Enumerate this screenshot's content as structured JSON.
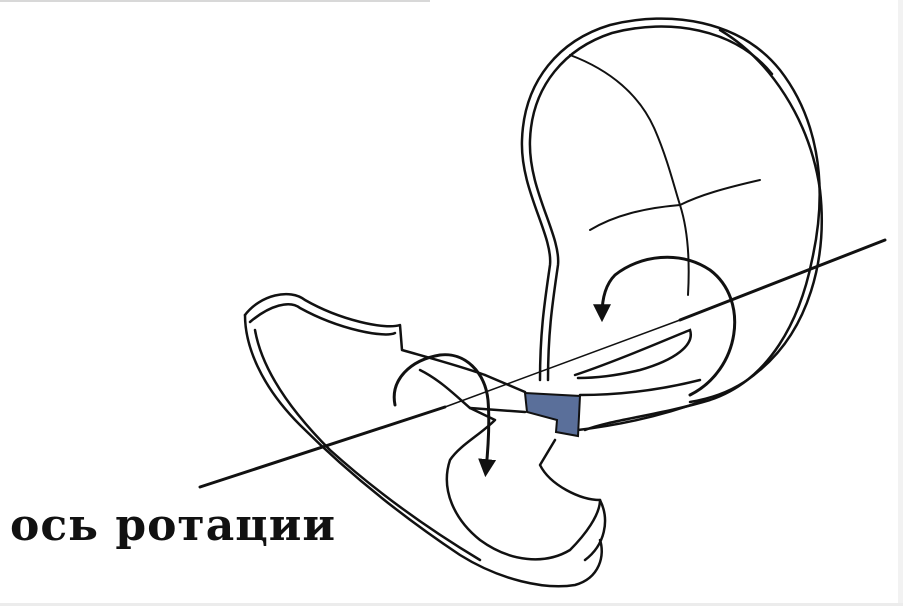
{
  "diagram": {
    "caption": "ось ротации",
    "highlight_color": "#5a6f9a",
    "stroke_color": "#111111",
    "elements": [
      "bone-outline",
      "rotation-axis-line",
      "rotation-arrow-upper",
      "rotation-arrow-lower",
      "rotation-arrow-left",
      "joint-highlight"
    ]
  }
}
